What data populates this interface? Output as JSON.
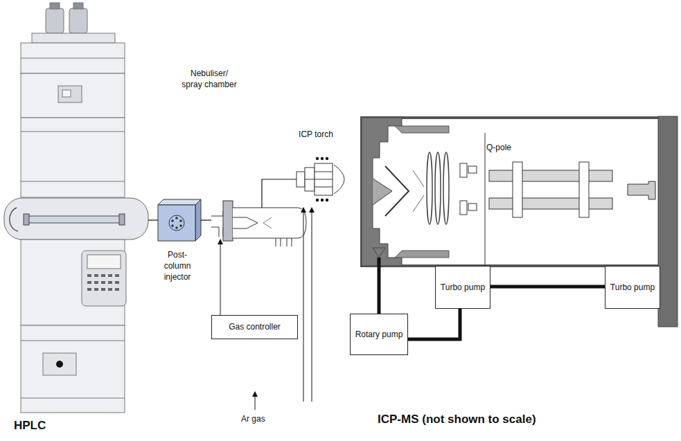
{
  "diagram": {
    "nodes": [
      {
        "text": [
          "HPLC"
        ]
      },
      {
        "text": [
          "Post- column injector"
        ]
      },
      {
        "text": [
          "Nebuliser/ spray chamber"
        ]
      },
      {
        "text": [
          "Gas controller"
        ]
      },
      {
        "text": [
          "ICP torch"
        ]
      },
      {
        "text": [
          "Turbo pump"
        ]
      },
      {
        "text": [
          "Turbo pump"
        ]
      },
      {
        "text": [
          "Rotary pump"
        ]
      }
    ],
    "edges": [
      {
        "from": 0,
        "to": 1,
        "arrow": "none"
      },
      {
        "from": 1,
        "to": 2,
        "arrow": "none"
      },
      {
        "from": 3,
        "to": 2,
        "arrow": "to"
      },
      {
        "from": 2,
        "to": 4,
        "arrow": "none"
      },
      {
        "from": 7,
        "to": 5,
        "arrow": "none"
      },
      {
        "from": 5,
        "to": 6,
        "arrow": "none"
      }
    ],
    "labels": [
      "Q-pole",
      "Ar gas",
      "ICP-MS (not shown to scale)"
    ]
  }
}
